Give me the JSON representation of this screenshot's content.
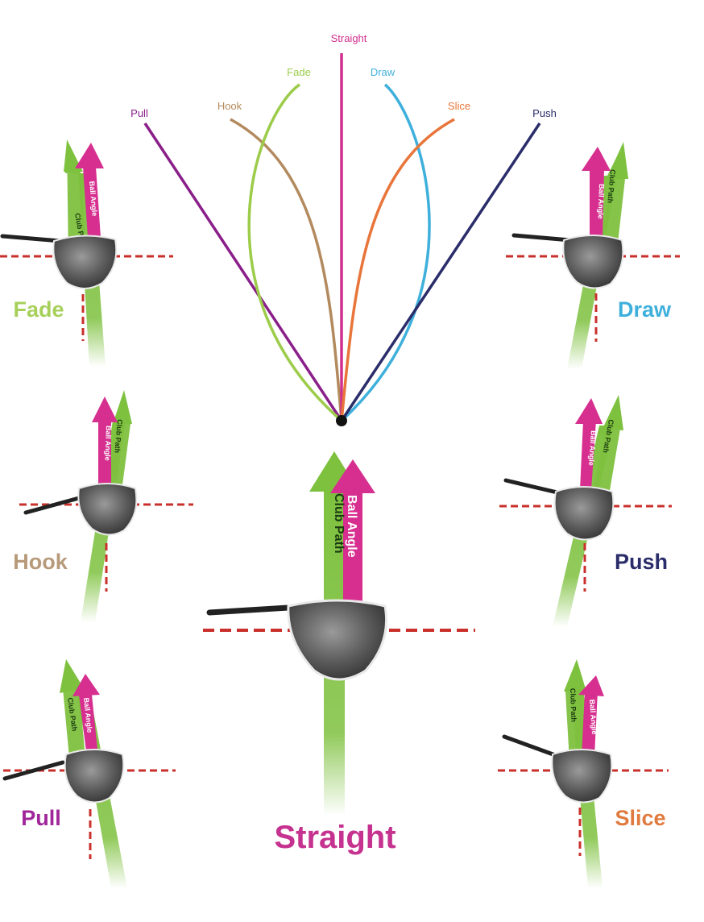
{
  "trajectories": {
    "pull": {
      "label": "Pull",
      "color": "#8a1f8a"
    },
    "hook": {
      "label": "Hook",
      "color": "#b38a5e"
    },
    "fade": {
      "label": "Fade",
      "color": "#9ccc4a"
    },
    "straight": {
      "label": "Straight",
      "color": "#d12f8e"
    },
    "draw": {
      "label": "Draw",
      "color": "#3fb0dc"
    },
    "slice": {
      "label": "Slice",
      "color": "#e8753a"
    },
    "push": {
      "label": "Push",
      "color": "#2a2d6a"
    }
  },
  "shots": {
    "fade": {
      "label": "Fade",
      "color": "#a6d05a"
    },
    "draw": {
      "label": "Draw",
      "color": "#3fb0dc"
    },
    "hook": {
      "label": "Hook",
      "color": "#b79a7a"
    },
    "push": {
      "label": "Push",
      "color": "#2a2d6a"
    },
    "pull": {
      "label": "Pull",
      "color": "#a0269a"
    },
    "slice": {
      "label": "Slice",
      "color": "#e07a3e"
    },
    "straight": {
      "label": "Straight",
      "color": "#c6328f"
    }
  },
  "arrow_labels": {
    "club_path": "Club Path",
    "ball_angle": "Ball Angle"
  },
  "colors": {
    "club_path_green": "#7ec13f",
    "ball_angle_magenta": "#d62f8f",
    "guide_dash_red": "#c9302c",
    "club_head": "#555555",
    "shaft": "#222222"
  }
}
